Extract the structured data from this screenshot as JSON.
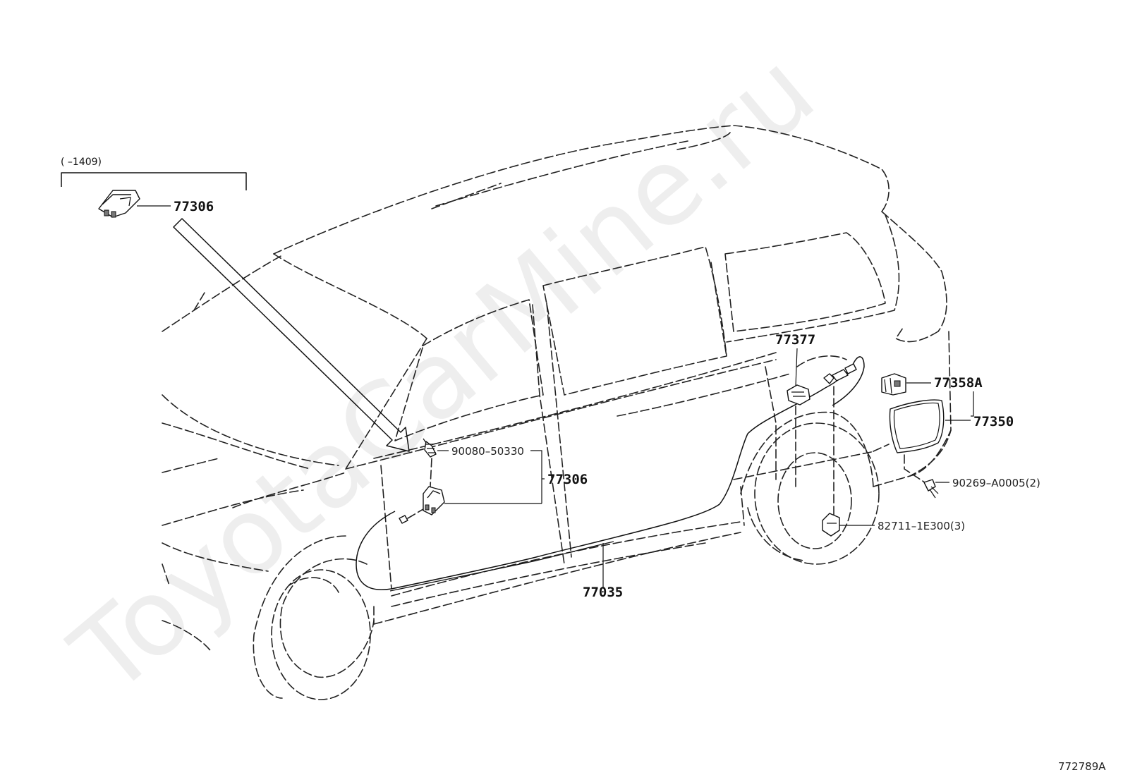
{
  "diagram_code": "772789A",
  "watermark": "ToyotaCarMine.ru",
  "range_bracket": "(    –1409)",
  "labels": {
    "p77306_top": "77306",
    "p90080": "90080–50330",
    "p77306_main": "77306",
    "p77377": "77377",
    "p77358A": "77358A",
    "p77350": "77350",
    "p90269": "90269–A0005(2)",
    "p82711": "82711–1E300(3)",
    "p77035": "77035"
  },
  "icons": {
    "opener": "fuel-lid-opener-icon",
    "bolt": "bolt-icon",
    "cable_end": "cable-end-icon",
    "lock_actuator": "lock-actuator-icon",
    "bracket": "bracket-icon",
    "lid": "fuel-lid-icon",
    "clip": "clip-icon",
    "clamp": "clamp-icon"
  }
}
